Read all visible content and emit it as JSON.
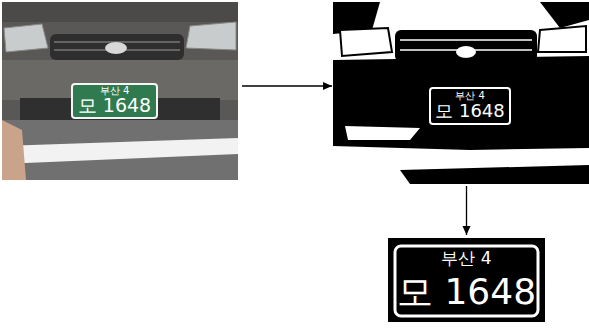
{
  "diagram": {
    "nodes": [
      {
        "text": [
          "부산 4",
          "모 1648"
        ]
      },
      {
        "text": [
          "부산 4",
          "모 1648"
        ]
      },
      {
        "text": [
          "부산 4",
          "모 1648"
        ]
      }
    ],
    "edges": [
      {
        "from": 0,
        "to": 1,
        "arrow": "to"
      },
      {
        "from": 1,
        "to": 2,
        "arrow": "to"
      }
    ]
  }
}
